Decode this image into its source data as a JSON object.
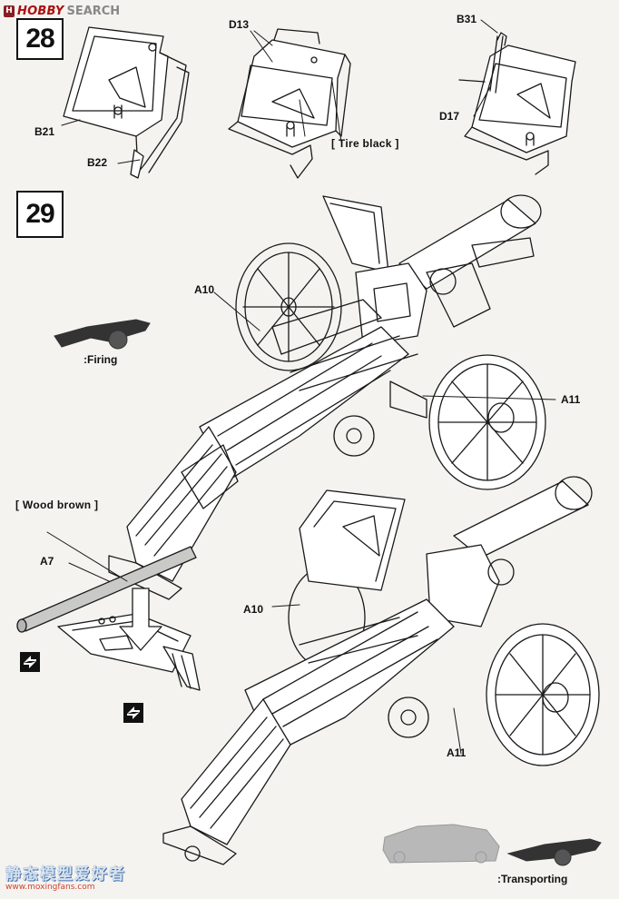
{
  "watermark_top": {
    "logo_letter": "H",
    "brand": "HOBBY",
    "suffix": "SEARCH"
  },
  "steps": [
    {
      "number": "28",
      "labels": {
        "b21": "B21",
        "b22": "B22",
        "d13": "D13",
        "b31": "B31",
        "d17": "D17"
      },
      "note": "[ Tire black ]"
    },
    {
      "number": "29",
      "labels": {
        "a10_top": "A10",
        "a11_top": "A11",
        "a7": "A7",
        "a10_bottom": "A10",
        "a11_bottom": "A11"
      },
      "note": "[ Wood brown ]",
      "modes": {
        "firing": ":Firing",
        "transporting": ":Transporting"
      }
    }
  ],
  "watermark_bottom": {
    "cn": "静态模型爱好者",
    "url": "www.moxingfans.com"
  }
}
